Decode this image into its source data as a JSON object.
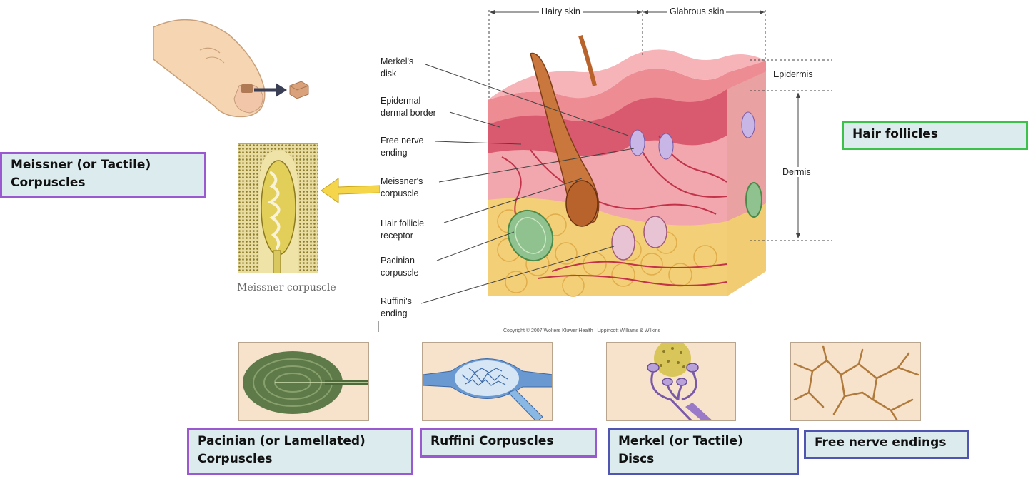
{
  "callouts": {
    "meissner": [
      "Meissner (or Tactile)",
      "Corpuscles"
    ],
    "hair": [
      "Hair follicles"
    ],
    "pacinian": [
      "Pacinian (or Lamellated)",
      "Corpuscles"
    ],
    "ruffini": [
      "Ruffini Corpuscles"
    ],
    "merkel": [
      "Merkel (or Tactile)",
      "Discs"
    ],
    "free": [
      "Free nerve endings"
    ]
  },
  "labels": {
    "merkel_disk": [
      "Merkel's",
      "disk"
    ],
    "epidermal_border": [
      "Epidermal-",
      "dermal border"
    ],
    "free_nerve": [
      "Free nerve",
      "ending"
    ],
    "meissner_corpuscle": [
      "Meissner's",
      "corpuscle"
    ],
    "hair_follicle_receptor": [
      "Hair follicle",
      "receptor"
    ],
    "pacinian_corpuscle": [
      "Pacinian",
      "corpuscle"
    ],
    "ruffini_ending": [
      "Ruffini's",
      "ending"
    ]
  },
  "dimensions": {
    "hairy_skin": "Hairy skin",
    "glabrous_skin": "Glabrous skin",
    "epidermis": "Epidermis",
    "dermis": "Dermis"
  },
  "captions": {
    "meissner_caption": "Meissner corpuscle",
    "copyright": "Copyright © 2007 Wolters Kluwer Health | Lippincott Williams & Wilkins"
  },
  "colors": {
    "purple_border": "#9b59d0",
    "green_border": "#3cc24a",
    "blue_border": "#4f55b0",
    "callout_fill": "#dcecee"
  }
}
